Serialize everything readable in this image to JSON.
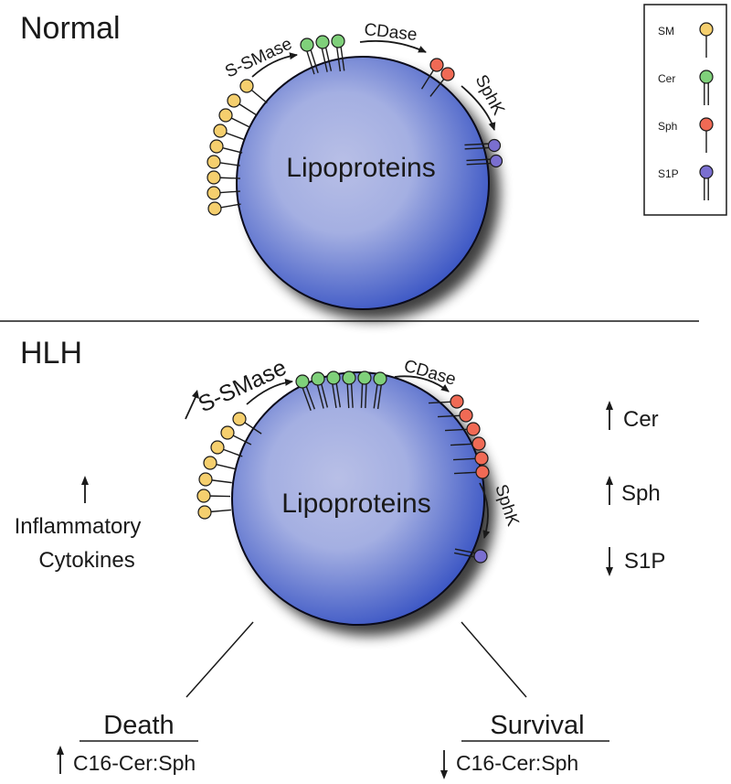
{
  "colors": {
    "sphere_center": "#b8bfe6",
    "sphere_edge": "#3a55c4",
    "sphere_outline": "#0a0a1a",
    "sm": "#f5cf6e",
    "cer": "#7fd07a",
    "sph": "#f06a55",
    "s1p": "#7a6fd0"
  },
  "icons": {
    "sm": "sm-lipid-icon",
    "cer": "ceramide-lipid-icon",
    "sph": "sphingosine-lipid-icon",
    "s1p": "s1p-lipid-icon",
    "arrow_up": "up-arrow-icon",
    "arrow_down": "down-arrow-icon"
  },
  "legend": {
    "items": [
      {
        "key": "sm",
        "label": "SM"
      },
      {
        "key": "cer",
        "label": "Cer"
      },
      {
        "key": "sph",
        "label": "Sph"
      },
      {
        "key": "s1p",
        "label": "S1P"
      }
    ]
  },
  "normal": {
    "heading": "Normal",
    "sphere_label": "Lipoproteins",
    "enzymes": {
      "ssmase": "S-SMase",
      "cdase": "CDase",
      "sphk": "SphK"
    }
  },
  "hlh": {
    "heading": "HLH",
    "sphere_label": "Lipoproteins",
    "enzymes": {
      "ssmase": "S-SMase",
      "cdase": "CDase",
      "sphk": "SphK"
    },
    "cytokines": {
      "line1": "Inflammatory",
      "line2": "Cytokines"
    },
    "changes": {
      "cer": "Cer",
      "sph": "Sph",
      "s1p": "S1P"
    },
    "outcomes": {
      "death": {
        "title": "Death",
        "ratio": "C16-Cer:Sph"
      },
      "survival": {
        "title": "Survival",
        "ratio": "C16-Cer:Sph"
      }
    }
  }
}
